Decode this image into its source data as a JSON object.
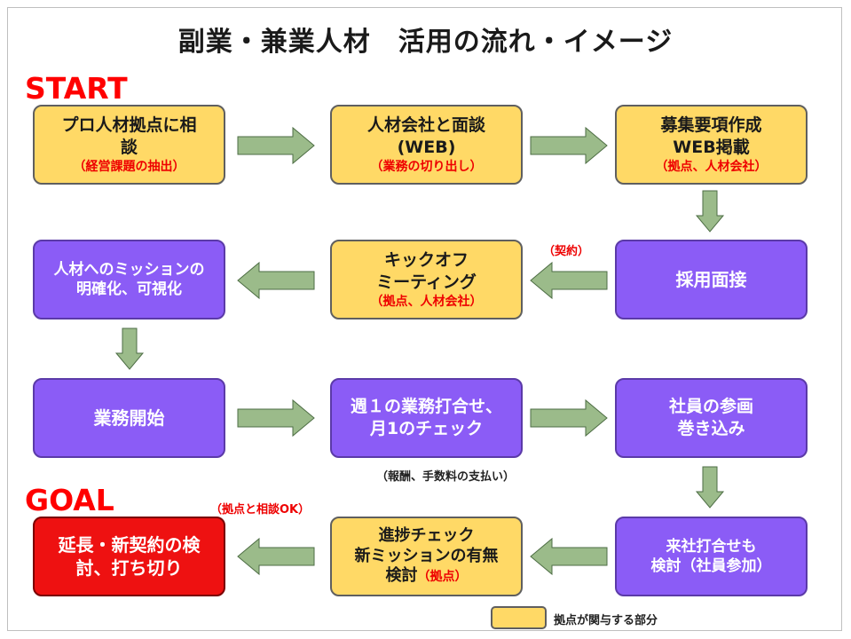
{
  "title": "副業・兼業人材　活用の流れ・イメージ",
  "markers": {
    "start": "START",
    "goal": "GOAL"
  },
  "boxes": {
    "consult": {
      "line1": "プロ人材拠点に相",
      "line2": "談",
      "sub": "（経営課題の抽出）"
    },
    "interview_agency": {
      "line1": "人材会社と面談",
      "line2": "(WEB)",
      "sub": "（業務の切り出し）"
    },
    "job_posting": {
      "line1": "募集要項作成",
      "line2": "WEB掲載",
      "sub": "（拠点、人材会社）"
    },
    "mission": {
      "line1": "人材へのミッションの",
      "line2": "明確化、可視化"
    },
    "kickoff": {
      "line1": "キックオフ",
      "line2": "ミーティング",
      "sub": "（拠点、人材会社）"
    },
    "hiring_interview": {
      "line1": "採用面接"
    },
    "work_start": {
      "line1": "業務開始"
    },
    "weekly_meeting": {
      "line1": "週１の業務打合せ、",
      "line2": "月1のチェック"
    },
    "staff_involve": {
      "line1": "社員の参画",
      "line2": "巻き込み"
    },
    "extend": {
      "line1": "延長・新契約の検",
      "line2": "討、打ち切り"
    },
    "progress": {
      "line1": "進捗チェック",
      "line2": "新ミッションの有無",
      "line3": "検討",
      "sub": "（拠点）"
    },
    "visit_meeting": {
      "line1": "来社打合せも",
      "line2": "検討（社員参加）"
    }
  },
  "notes": {
    "contract": "（契約）",
    "payment": "（報酬、手数料の支払い）",
    "consult_ok": "（拠点と相談OK）"
  },
  "legend": {
    "label": "拠点が関与する部分"
  },
  "colors": {
    "hub_box": "#ffd966",
    "company_box": "#8b5cf6",
    "goal_box": "#ee1111",
    "arrow": "#9bbb8a",
    "marker_text": "#ff0000"
  }
}
